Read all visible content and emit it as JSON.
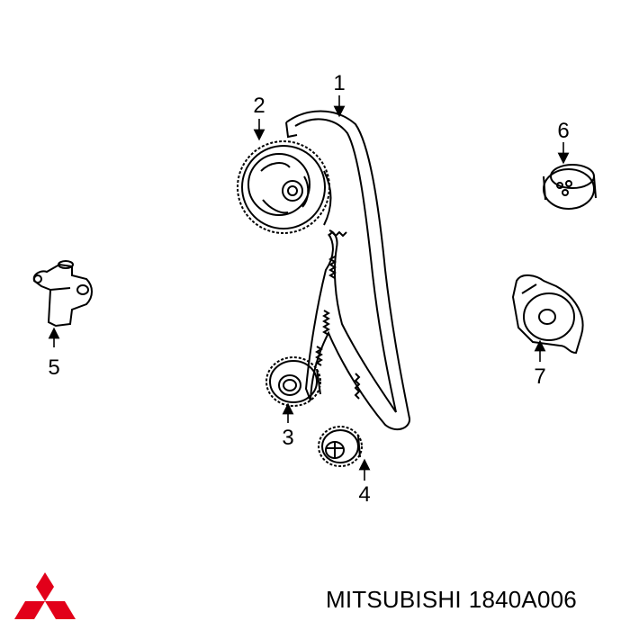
{
  "callouts": [
    {
      "id": "1",
      "part": "timing-belt"
    },
    {
      "id": "2",
      "part": "camshaft-sprocket"
    },
    {
      "id": "3",
      "part": "balance-shaft-sprocket"
    },
    {
      "id": "4",
      "part": "crankshaft-sprocket"
    },
    {
      "id": "5",
      "part": "tensioner-arm"
    },
    {
      "id": "6",
      "part": "idler-pulley"
    },
    {
      "id": "7",
      "part": "tensioner-pulley"
    }
  ],
  "footer": {
    "brand": "MITSUBISHI",
    "part_number": "1840A006"
  },
  "colors": {
    "line": "#000000",
    "logo": "#e2001a",
    "background": "#ffffff"
  }
}
